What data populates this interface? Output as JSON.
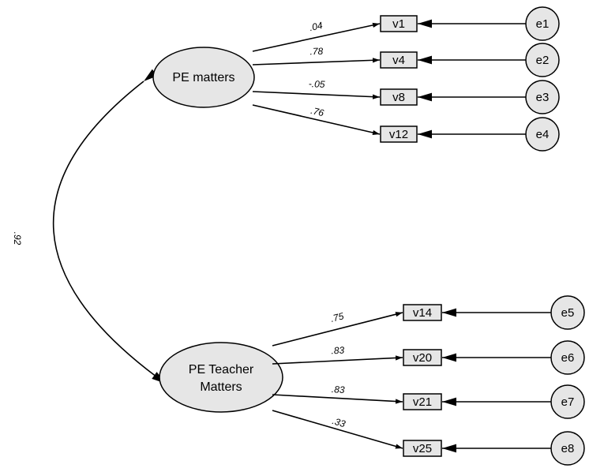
{
  "latent_factors": [
    {
      "id": "f1",
      "label": "PE matters"
    },
    {
      "id": "f2",
      "label_lines": [
        "PE Teacher",
        "Matters"
      ]
    }
  ],
  "indicators": [
    {
      "id": "v1",
      "factor": "f1",
      "loading": ".04",
      "error": "e1"
    },
    {
      "id": "v4",
      "factor": "f1",
      "loading": ".78",
      "error": "e2"
    },
    {
      "id": "v8",
      "factor": "f1",
      "loading": "-.05",
      "error": "e3"
    },
    {
      "id": "v12",
      "factor": "f1",
      "loading": ".76",
      "error": "e4"
    },
    {
      "id": "v14",
      "factor": "f2",
      "loading": ".75",
      "error": "e5"
    },
    {
      "id": "v20",
      "factor": "f2",
      "loading": ".83",
      "error": "e6"
    },
    {
      "id": "v21",
      "factor": "f2",
      "loading": ".83",
      "error": "e7"
    },
    {
      "id": "v25",
      "factor": "f2",
      "loading": ".33",
      "error": "e8"
    }
  ],
  "correlation": {
    "label": ".92"
  },
  "colors": {
    "node_fill": "#e6e6e6",
    "stroke": "#000000"
  }
}
